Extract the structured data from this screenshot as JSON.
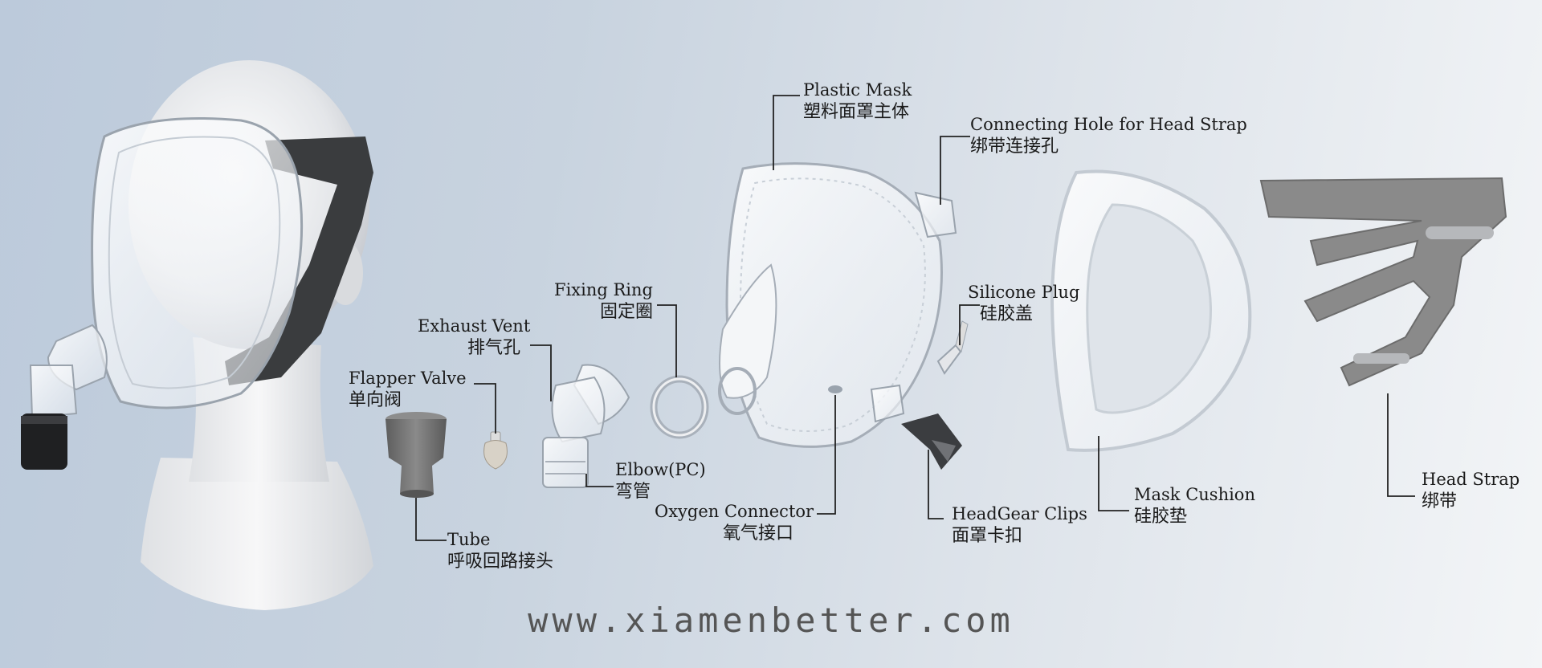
{
  "labels": {
    "plastic_mask": {
      "en": "Plastic Mask",
      "zh": "塑料面罩主体"
    },
    "connecting_hole": {
      "en": "Connecting Hole for Head Strap",
      "zh": "绑带连接孔"
    },
    "fixing_ring": {
      "en": "Fixing Ring",
      "zh": "固定圈"
    },
    "silicone_plug": {
      "en": "Silicone Plug",
      "zh": "硅胶盖"
    },
    "exhaust_vent": {
      "en": "Exhaust Vent",
      "zh": "排气孔"
    },
    "flapper_valve": {
      "en": "Flapper Valve",
      "zh": "单向阀"
    },
    "elbow": {
      "en": "Elbow(PC)",
      "zh": "弯管"
    },
    "oxygen_connector": {
      "en": "Oxygen Connector",
      "zh": "氧气接口"
    },
    "headgear_clips": {
      "en": "HeadGear Clips",
      "zh": "面罩卡扣"
    },
    "mask_cushion": {
      "en": "Mask Cushion",
      "zh": "硅胶垫"
    },
    "head_strap": {
      "en": "Head Strap",
      "zh": "绑带"
    },
    "tube": {
      "en": "Tube",
      "zh": "呼吸回路接头"
    }
  },
  "website": "www.xiamenbetter.com",
  "colors": {
    "leader_line": "#222222",
    "strap_gray": "#8a8a8a",
    "tube_gray": "#6e6e6e"
  }
}
